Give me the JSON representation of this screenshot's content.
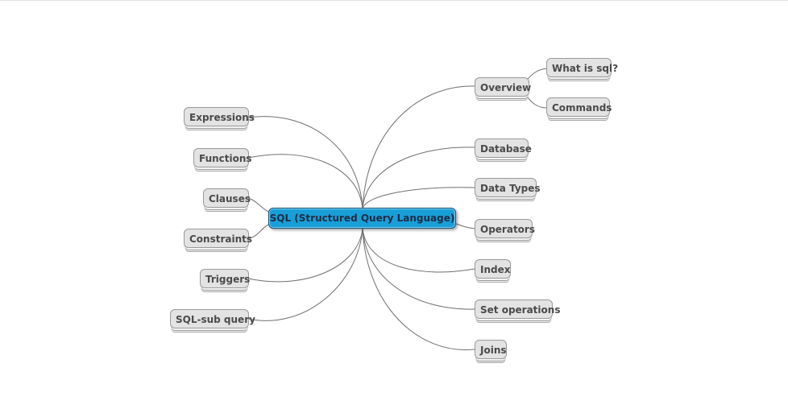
{
  "central": "SQL (Structured Query Language)",
  "right_topics": {
    "overview": "Overview",
    "what_is_sql": "What is sql?",
    "commands": "Commands",
    "database": "Database",
    "data_types": "Data Types",
    "operators": "Operators",
    "index": "Index",
    "set_operations": "Set operations",
    "joins": "Joins"
  },
  "left_topics": {
    "expressions": "Expressions",
    "functions": "Functions",
    "clauses": "Clauses",
    "constraints": "Constraints",
    "triggers": "Triggers",
    "sql_sub_query": "SQL-sub query"
  }
}
